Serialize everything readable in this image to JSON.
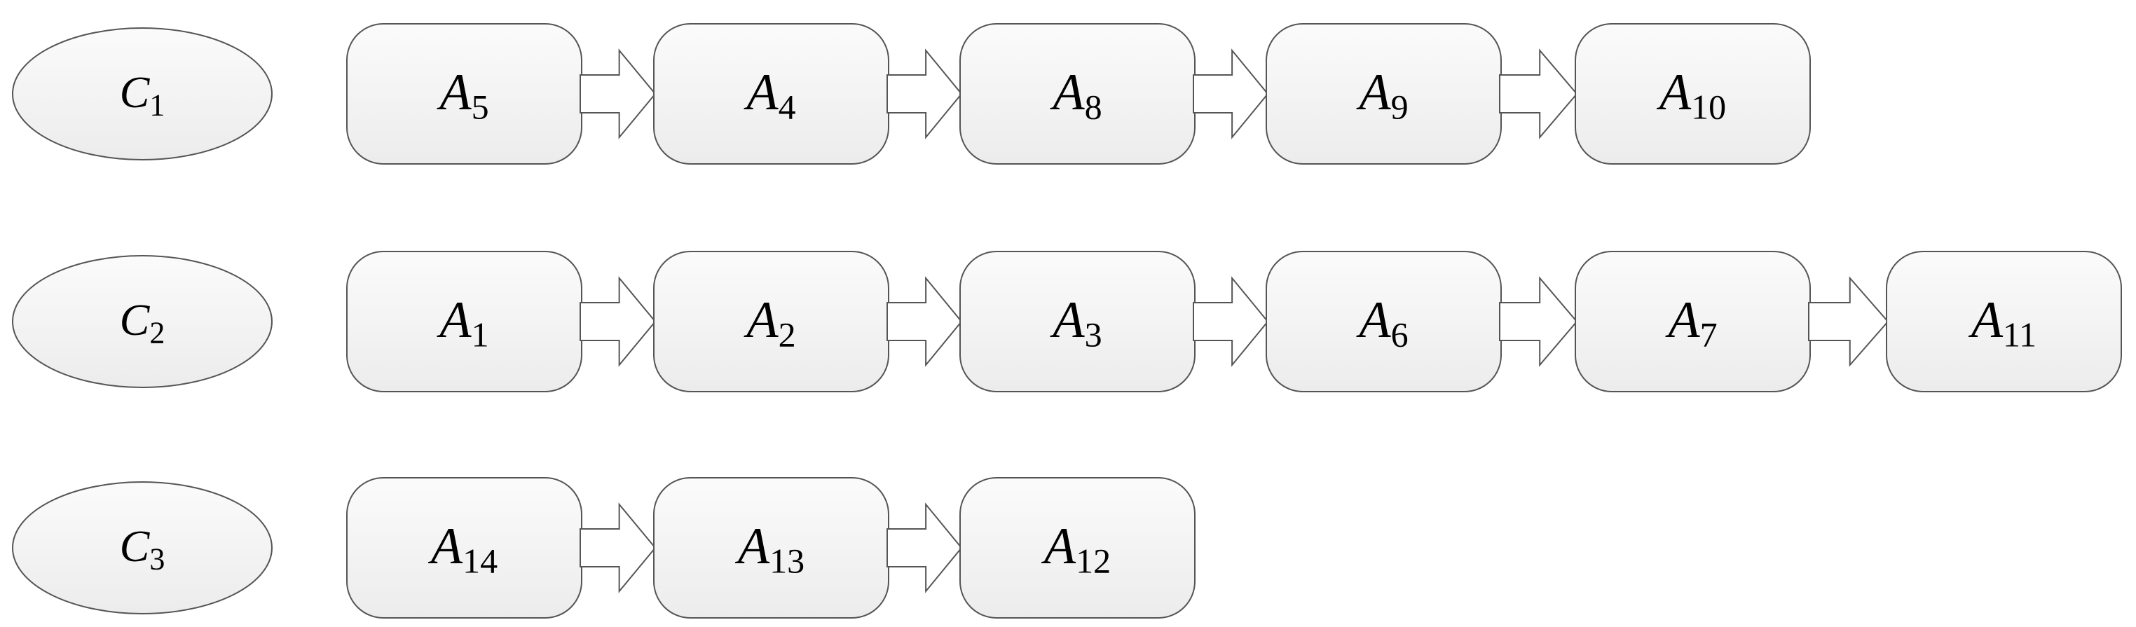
{
  "rows": [
    {
      "category": {
        "letter": "C",
        "sub": "1"
      },
      "steps": [
        {
          "letter": "A",
          "sub": "5"
        },
        {
          "letter": "A",
          "sub": "4"
        },
        {
          "letter": "A",
          "sub": "8"
        },
        {
          "letter": "A",
          "sub": "9"
        },
        {
          "letter": "A",
          "sub": "10"
        }
      ]
    },
    {
      "category": {
        "letter": "C",
        "sub": "2"
      },
      "steps": [
        {
          "letter": "A",
          "sub": "1"
        },
        {
          "letter": "A",
          "sub": "2"
        },
        {
          "letter": "A",
          "sub": "3"
        },
        {
          "letter": "A",
          "sub": "6"
        },
        {
          "letter": "A",
          "sub": "7"
        },
        {
          "letter": "A",
          "sub": "11"
        }
      ]
    },
    {
      "category": {
        "letter": "C",
        "sub": "3"
      },
      "steps": [
        {
          "letter": "A",
          "sub": "14"
        },
        {
          "letter": "A",
          "sub": "13"
        },
        {
          "letter": "A",
          "sub": "12"
        }
      ]
    }
  ],
  "colors": {
    "fill": "#f2f2f2",
    "stroke": "#555555",
    "text": "#000000"
  }
}
